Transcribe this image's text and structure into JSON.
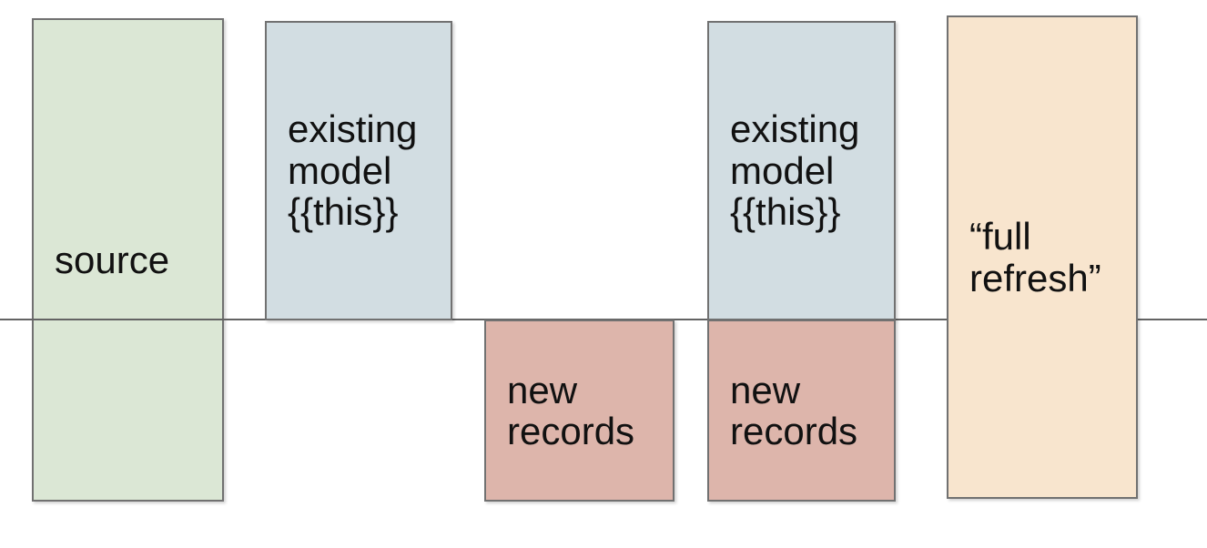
{
  "diagram": {
    "colors": {
      "background": "#ffffff",
      "source_fill": "#dbe7d5",
      "existing_model_fill": "#d2dde2",
      "new_records_fill": "#ddb5ab",
      "full_refresh_fill": "#f8e5ce",
      "box_border": "#717171",
      "baseline_line": "#636363",
      "text": "#111111"
    },
    "boxes": [
      {
        "name": "source",
        "label": "source",
        "fill": "#dbe7d5"
      },
      {
        "name": "existing-model-1",
        "label": "existing\nmodel\n{{this}}",
        "fill": "#d2dde2"
      },
      {
        "name": "new-records-1",
        "label": "new\nrecords",
        "fill": "#ddb5ab"
      },
      {
        "name": "existing-model-2",
        "label": "existing\nmodel\n{{this}}",
        "fill": "#d2dde2"
      },
      {
        "name": "new-records-2",
        "label": "new\nrecords",
        "fill": "#ddb5ab"
      },
      {
        "name": "full-refresh",
        "label": "“full\nrefresh”",
        "fill": "#f8e5ce"
      }
    ]
  }
}
